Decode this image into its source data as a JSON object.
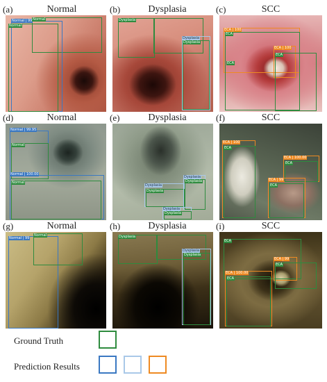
{
  "figure": {
    "row_titles": [
      [
        "Normal",
        "Dysplasia",
        "SCC"
      ],
      [
        "Normal",
        "Dysplasia",
        "SCC"
      ],
      [
        "Normal",
        "Dysplasia",
        "SCC"
      ]
    ],
    "panel_letters": [
      "(a)",
      "(b)",
      "(c)",
      "(d)",
      "(e)",
      "(f)",
      "(g)",
      "(h)",
      "(i)"
    ]
  },
  "tags": {
    "a": [
      "Normal | 99",
      "Normal",
      "Normal"
    ],
    "b": [
      "Dysplasia",
      "Dysplasia",
      "Dysplasia"
    ],
    "c": [
      "ECA | 100",
      "ECA",
      "ECA | 100",
      "ECA",
      "ECA"
    ],
    "d": [
      "Normal | 99.95",
      "Normal",
      "Normal | 100.00",
      "Normal"
    ],
    "e": [
      "Dysplasia",
      "Dysplasia",
      "Dysplasia",
      "Dysplasia",
      "Dysplasia",
      "Dysplasia"
    ],
    "f": [
      "ECA | 100",
      "ECA",
      "ECA | 100.00",
      "ECA",
      "ECA | 99",
      "ECA"
    ],
    "g": [
      "Normal | 99",
      "Normal"
    ],
    "h": [
      "Dysplasia",
      "Dysplasia",
      "Dysplasia"
    ],
    "i": [
      "ECA",
      "ECA | 99",
      "ECA",
      "ECA | 100.00",
      "ECA"
    ]
  },
  "legend": {
    "ground_truth": "Ground Truth",
    "prediction_results": "Prediction Results"
  },
  "colors": {
    "ground_truth": "#2e8b3e",
    "prediction_blue": "#3a78c2",
    "prediction_lightblue": "#a9c8e8",
    "prediction_orange": "#ee8a22"
  }
}
